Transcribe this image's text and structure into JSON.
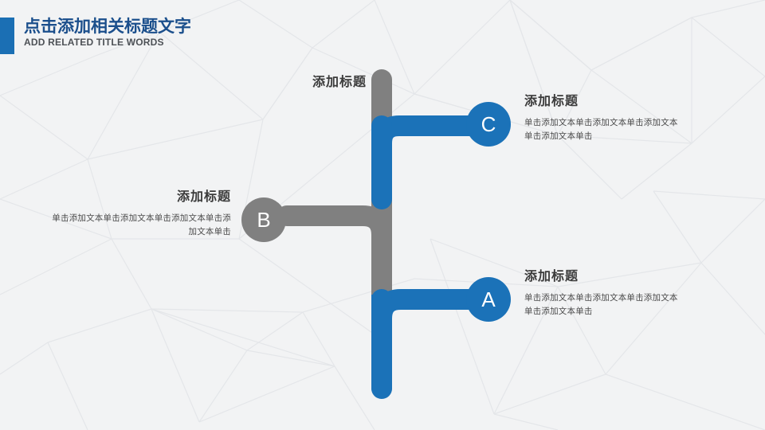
{
  "header": {
    "title_cn": "点击添加相关标题文字",
    "title_en": "ADD RELATED TITLE WORDS",
    "accent_color": "#1b6fb4",
    "title_color": "#1b4f8c"
  },
  "theme": {
    "background": "#f2f3f4",
    "blue": "#1b72b8",
    "gray": "#808080",
    "pattern_line": "#e3e5e8"
  },
  "diagram": {
    "type": "process-tree",
    "spine_label": {
      "title": "添加标题"
    },
    "nodes": [
      {
        "id": "C",
        "letter": "C",
        "color": "#1b72b8",
        "side": "right",
        "title": "添加标题",
        "body": "单击添加文本单击添加文本单击添加文本单击添加文本单击"
      },
      {
        "id": "B",
        "letter": "B",
        "color": "#808080",
        "side": "left",
        "title": "添加标题",
        "body": "单击添加文本单击添加文本单击添加文本单击添加文本单击"
      },
      {
        "id": "A",
        "letter": "A",
        "color": "#1b72b8",
        "side": "right",
        "title": "添加标题",
        "body": "单击添加文本单击添加文本单击添加文本单击添加文本单击"
      }
    ]
  }
}
